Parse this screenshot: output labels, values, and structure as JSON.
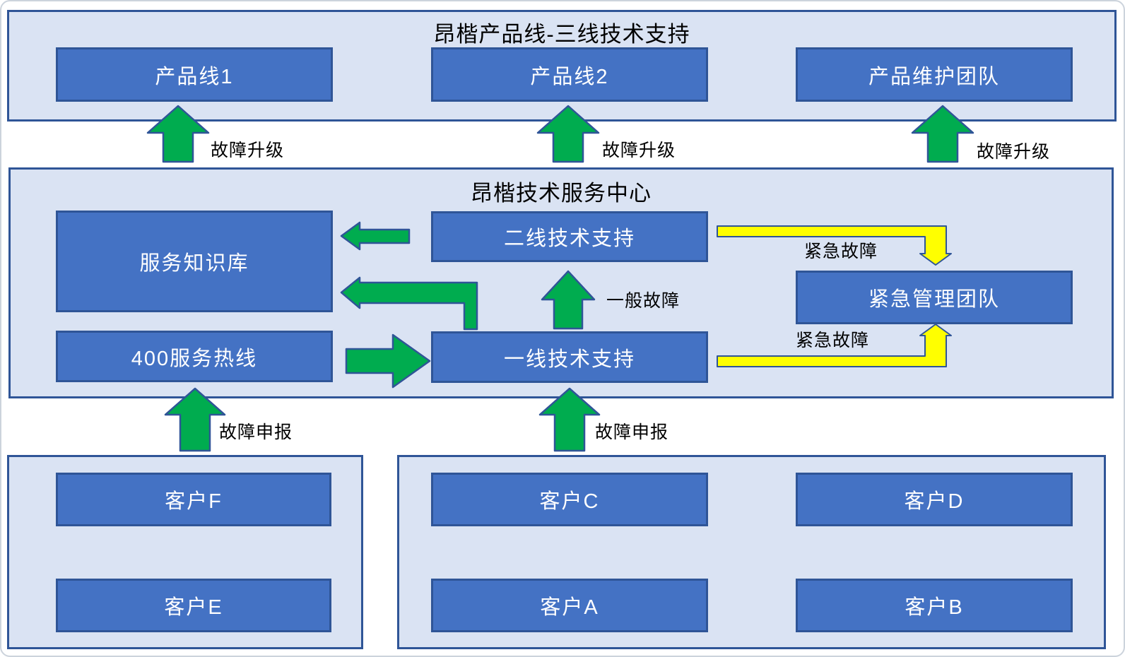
{
  "diagram": {
    "type": "flow-diagram",
    "colors": {
      "node_fill": "#4472c4",
      "node_border": "#2f5597",
      "container_fill": "#dae3f3",
      "container_border": "#2f5597",
      "arrow_green": "#00ac4f",
      "arrow_yellow": "#ffff00",
      "node_text": "#ffffff",
      "label_text": "#000000"
    },
    "sections": {
      "product_lines": {
        "title": "昂楷产品线-三线技术支持",
        "boxes": [
          {
            "label": "产品线1"
          },
          {
            "label": "产品线2"
          },
          {
            "label": "产品维护团队"
          }
        ]
      },
      "service_center": {
        "title": "昂楷技术服务中心",
        "boxes": [
          {
            "label": "服务知识库"
          },
          {
            "label": "二线技术支持"
          },
          {
            "label": "400服务热线"
          },
          {
            "label": "一线技术支持"
          },
          {
            "label": "紧急管理团队"
          }
        ]
      },
      "customers_left": {
        "boxes": [
          {
            "label": "客户F"
          },
          {
            "label": "客户E"
          }
        ]
      },
      "customers_right": {
        "boxes": [
          {
            "label": "客户C"
          },
          {
            "label": "客户D"
          },
          {
            "label": "客户A"
          },
          {
            "label": "客户B"
          }
        ]
      }
    },
    "arrow_labels": {
      "fault_escalation": "故障升级",
      "general_fault": "一般故障",
      "urgent_fault": "紧急故障",
      "fault_report": "故障申报"
    },
    "flows": [
      {
        "from": "客户F/客户E",
        "to": "400服务热线",
        "label": "故障申报",
        "color": "green"
      },
      {
        "from": "客户C/客户D/客户A/客户B",
        "to": "一线技术支持",
        "label": "故障申报",
        "color": "green"
      },
      {
        "from": "400服务热线",
        "to": "一线技术支持",
        "label": "",
        "color": "green"
      },
      {
        "from": "一线技术支持",
        "to": "二线技术支持",
        "label": "一般故障",
        "color": "green"
      },
      {
        "from": "一线技术支持",
        "to": "服务知识库",
        "label": "",
        "color": "green"
      },
      {
        "from": "二线技术支持",
        "to": "服务知识库",
        "label": "",
        "color": "green"
      },
      {
        "from": "一线技术支持",
        "to": "紧急管理团队",
        "label": "紧急故障",
        "color": "yellow"
      },
      {
        "from": "二线技术支持",
        "to": "紧急管理团队",
        "label": "紧急故障",
        "color": "yellow"
      },
      {
        "from": "昂楷技术服务中心",
        "to": "产品线1",
        "label": "故障升级",
        "color": "green"
      },
      {
        "from": "昂楷技术服务中心",
        "to": "产品线2",
        "label": "故障升级",
        "color": "green"
      },
      {
        "from": "昂楷技术服务中心",
        "to": "产品维护团队",
        "label": "故障升级",
        "color": "green"
      }
    ]
  }
}
